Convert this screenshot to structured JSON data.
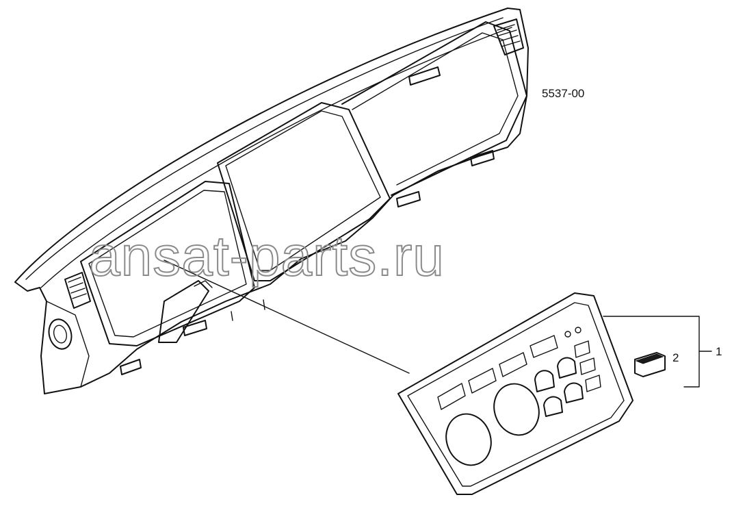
{
  "drawing_number": "5537-00",
  "watermark": "ansat-parts.ru",
  "callouts": [
    {
      "number": "1"
    },
    {
      "number": "2"
    }
  ]
}
